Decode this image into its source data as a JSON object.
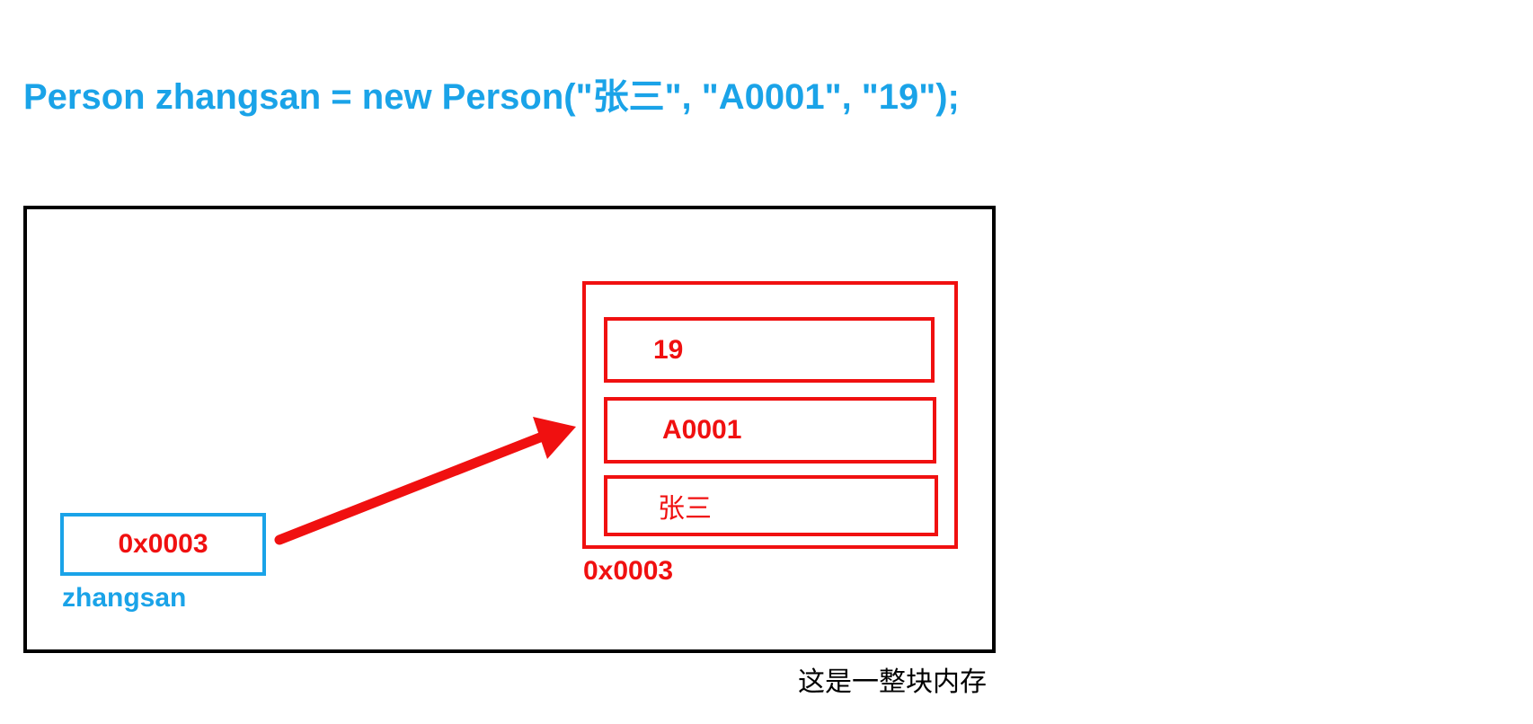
{
  "code_line": "Person zhangsan = new Person(\"张三\", \"A0001\", \"19\");",
  "reference": {
    "value": "0x0003",
    "name": "zhangsan"
  },
  "object": {
    "fields": [
      "19",
      "A0001",
      "张三"
    ],
    "address": "0x0003"
  },
  "caption": "这是一整块内存",
  "colors": {
    "code": "#1aa3e8",
    "reference_box": "#1aa3e8",
    "reference_value": "#f01010",
    "object": "#f01010",
    "arrow": "#f01010",
    "frame": "#000000",
    "caption": "#000000"
  }
}
